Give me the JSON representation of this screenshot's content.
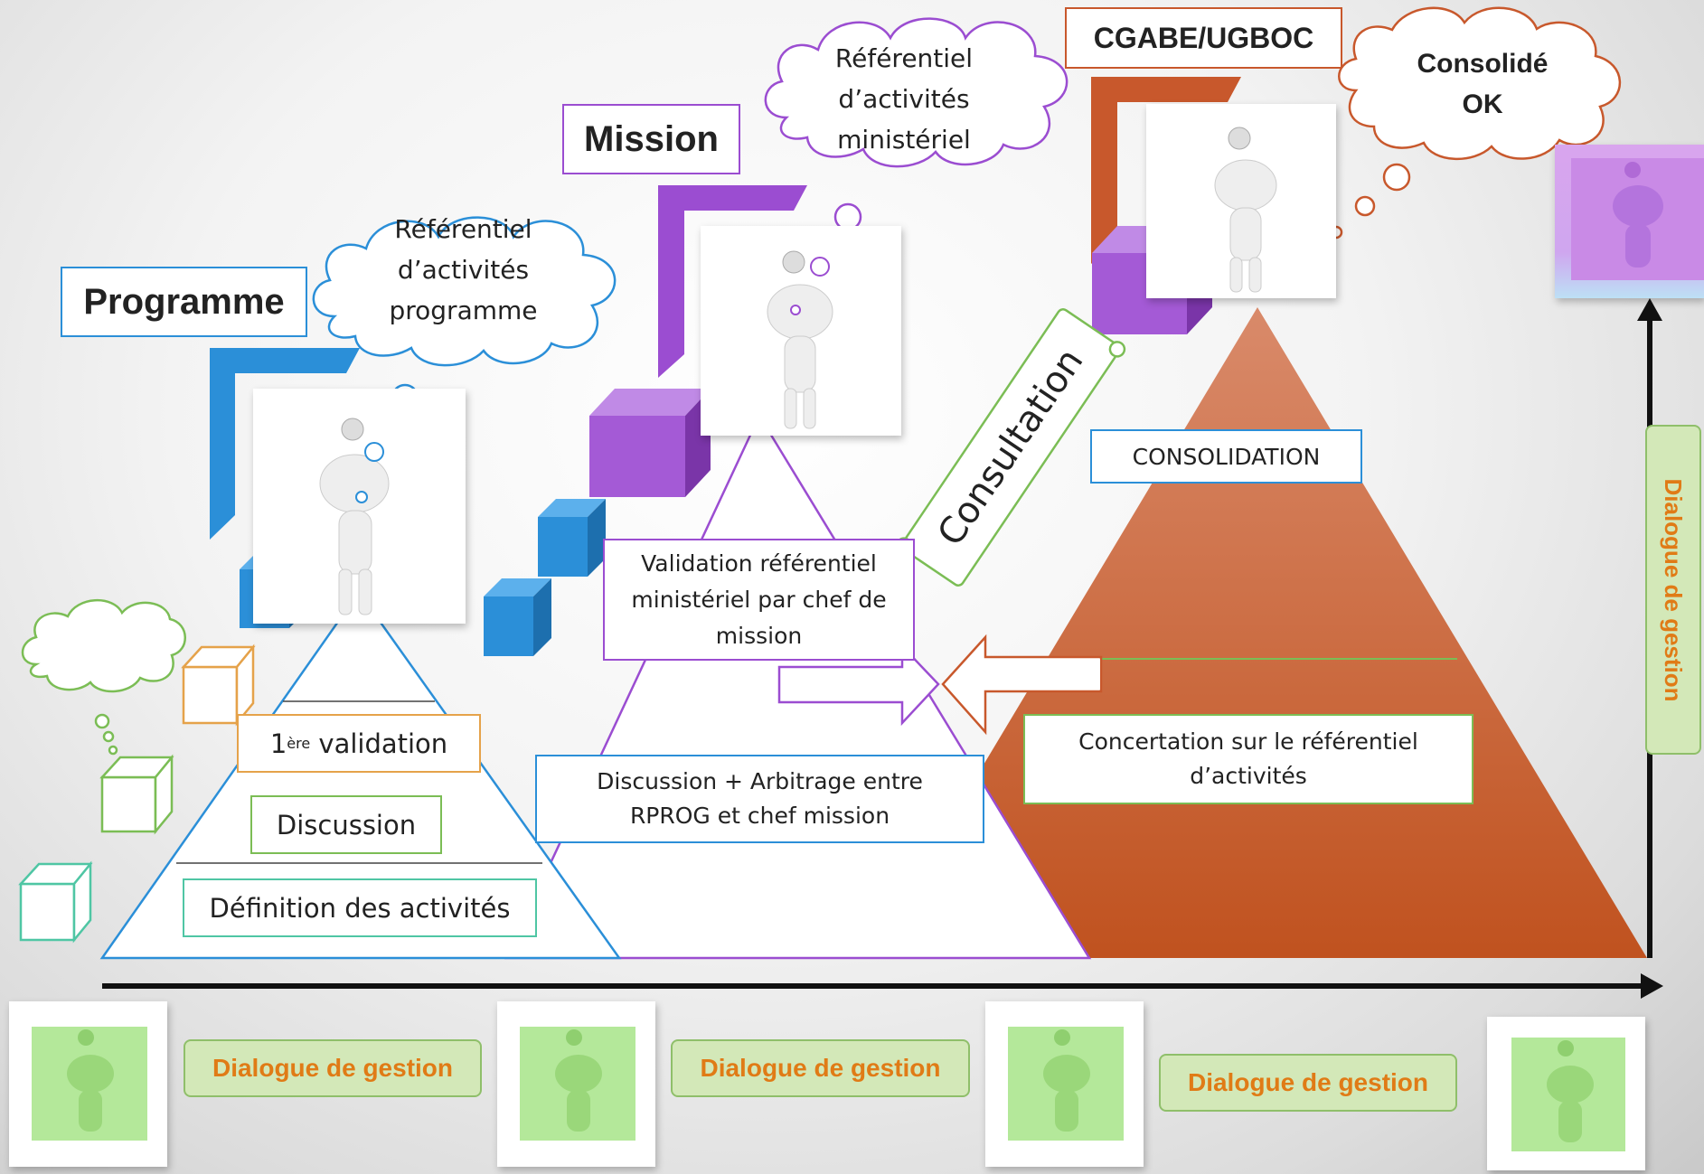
{
  "stages": {
    "programme": "Programme",
    "mission": "Mission",
    "cgabe": "CGABE/UGBOC"
  },
  "clouds": {
    "programme": [
      "Référentiel",
      "d’activités",
      "programme"
    ],
    "ministeriel": [
      "Référentiel",
      "d’activités",
      "ministériel"
    ],
    "consolide": [
      "Consolidé",
      "OK"
    ]
  },
  "pyramid1": {
    "validation_main": "1",
    "validation_sup": "ère",
    "validation_rest": " validation",
    "discussion": "Discussion",
    "definition": "Définition des activités"
  },
  "pyramid2": {
    "validation": "Validation référentiel ministériel par chef de mission",
    "arbitrage": "Discussion + Arbitrage entre RPROG et chef mission"
  },
  "pyramid3": {
    "consolidation": "CONSOLIDATION",
    "concertation": "Concertation sur le référentiel d’activités"
  },
  "scroll_label": "Consultation",
  "axis_label": "Dialogue de gestion",
  "dialogue_labels": [
    "Dialogue de gestion",
    "Dialogue de gestion",
    "Dialogue de gestion"
  ],
  "colors": {
    "blue": "#2b8fd8",
    "purple": "#9b4dd1",
    "orange": "#c8582c",
    "green": "#7bbd55",
    "dialogue_text": "#e07b16"
  }
}
